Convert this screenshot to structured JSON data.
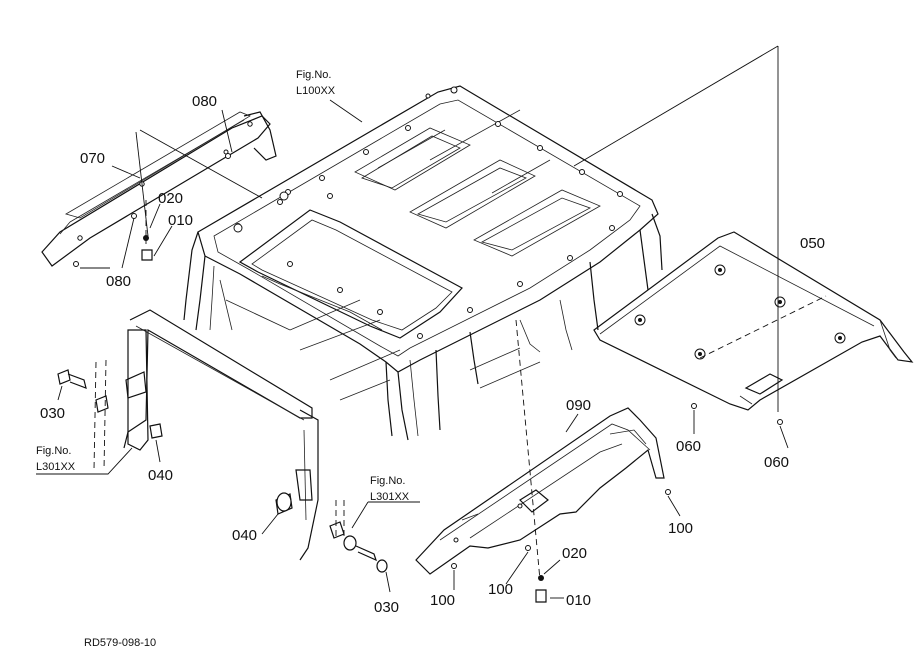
{
  "diagram": {
    "drawing_code": "RD579-098-10",
    "refs": {
      "roof_frame": [
        "Fig.No.",
        "L100XX"
      ],
      "frame_left": [
        "Fig.No.",
        "L301XX"
      ],
      "frame_right": [
        "Fig.No.",
        "L301XX"
      ]
    },
    "callouts": {
      "c080_top": "080",
      "c070": "070",
      "c020_left": "020",
      "c010_left": "010",
      "c080_bottom": "080",
      "c050": "050",
      "c030_left": "030",
      "c040_left": "040",
      "c040_mid": "040",
      "c030_bottom": "030",
      "c090": "090",
      "c060_left": "060",
      "c060_right": "060",
      "c100_right": "100",
      "c100_left": "100",
      "c100_mid": "100",
      "c020_right": "020",
      "c010_right": "010"
    }
  }
}
